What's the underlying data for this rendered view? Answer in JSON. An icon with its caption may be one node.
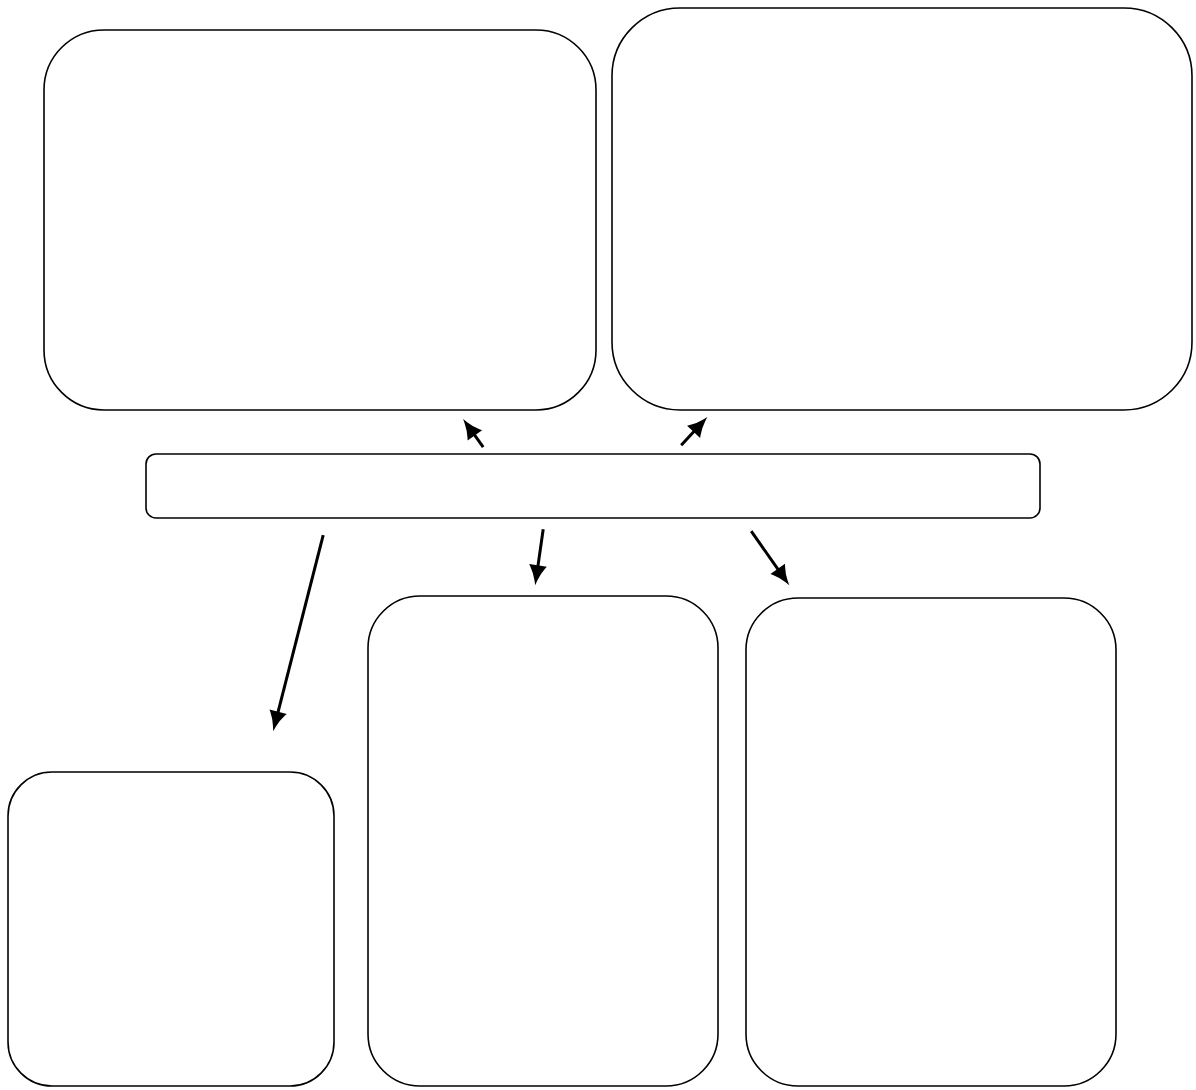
{
  "diagram": {
    "nodes": [
      {
        "text": [],
        "shape": "box"
      },
      {
        "text": [],
        "shape": "box"
      },
      {
        "text": [],
        "shape": "box"
      },
      {
        "text": [],
        "shape": "box"
      },
      {
        "text": [],
        "shape": "box"
      },
      {
        "text": [],
        "shape": "box"
      }
    ],
    "edges": [
      {
        "from": 2,
        "to": 0,
        "arrow": "to"
      },
      {
        "from": 2,
        "to": 1,
        "arrow": "to"
      },
      {
        "from": 2,
        "to": 3,
        "arrow": "to"
      },
      {
        "from": 2,
        "to": 4,
        "arrow": "to"
      },
      {
        "from": 2,
        "to": 5,
        "arrow": "to"
      }
    ]
  }
}
